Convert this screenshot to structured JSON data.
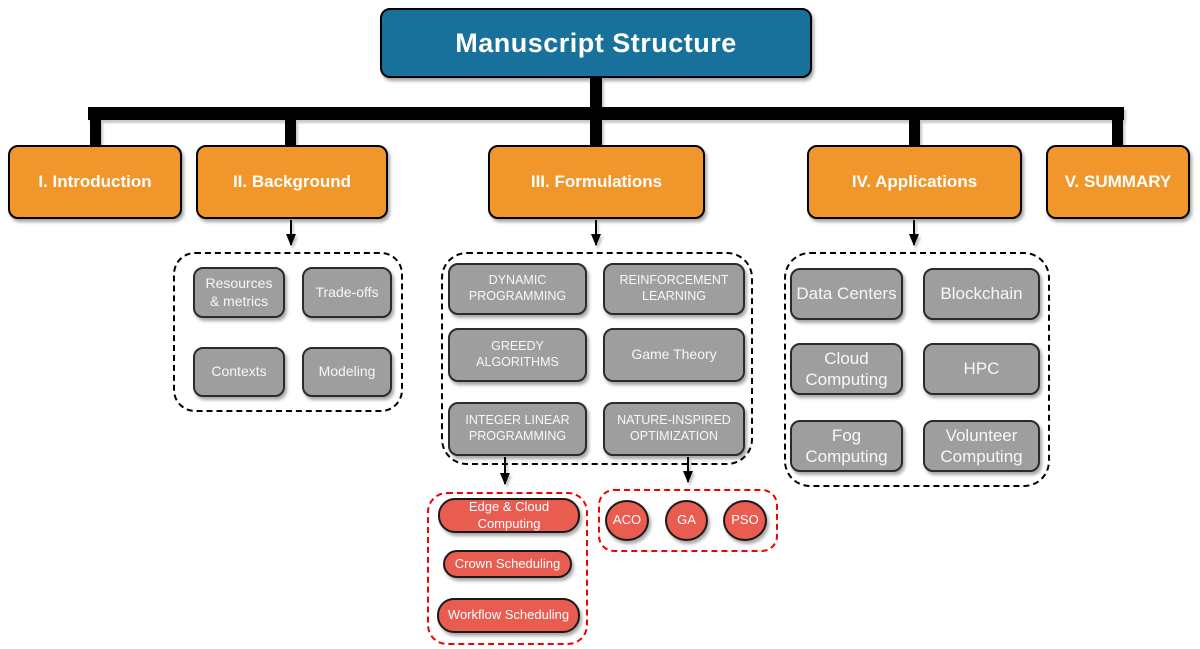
{
  "title": "Manuscript Structure",
  "colors": {
    "header_fill": "#17719a",
    "section_fill": "#f0962a",
    "topic_fill": "#9e9e9e",
    "highlight_fill": "#e95c50",
    "connector": "#000000",
    "container_dash": "#000000",
    "highlight_dash": "#f10000"
  },
  "sections": [
    {
      "label": "I. Introduction"
    },
    {
      "label": "II. Background"
    },
    {
      "label": "III. Formulations"
    },
    {
      "label": "IV. Applications"
    },
    {
      "label": "V. SUMMARY"
    }
  ],
  "background_topics": [
    "Resources & metrics",
    "Trade-offs",
    "Contexts",
    "Modeling"
  ],
  "formulation_topics": [
    "DYNAMIC PROGRAMMING",
    "REINFORCEMENT LEARNING",
    "GREEDY ALGORITHMS",
    "Game Theory",
    "INTEGER LINEAR PROGRAMMING",
    "NATURE-INSPIRED OPTIMIZATION"
  ],
  "application_topics": [
    "Data Centers",
    "Blockchain",
    "Cloud Computing",
    "HPC",
    "Fog Computing",
    "Volunteer Computing"
  ],
  "ilp_examples": [
    "Edge & Cloud Computing",
    "Crown Scheduling",
    "Workflow Scheduling"
  ],
  "nature_inspired_algorithms": [
    "ACO",
    "GA",
    "PSO"
  ]
}
